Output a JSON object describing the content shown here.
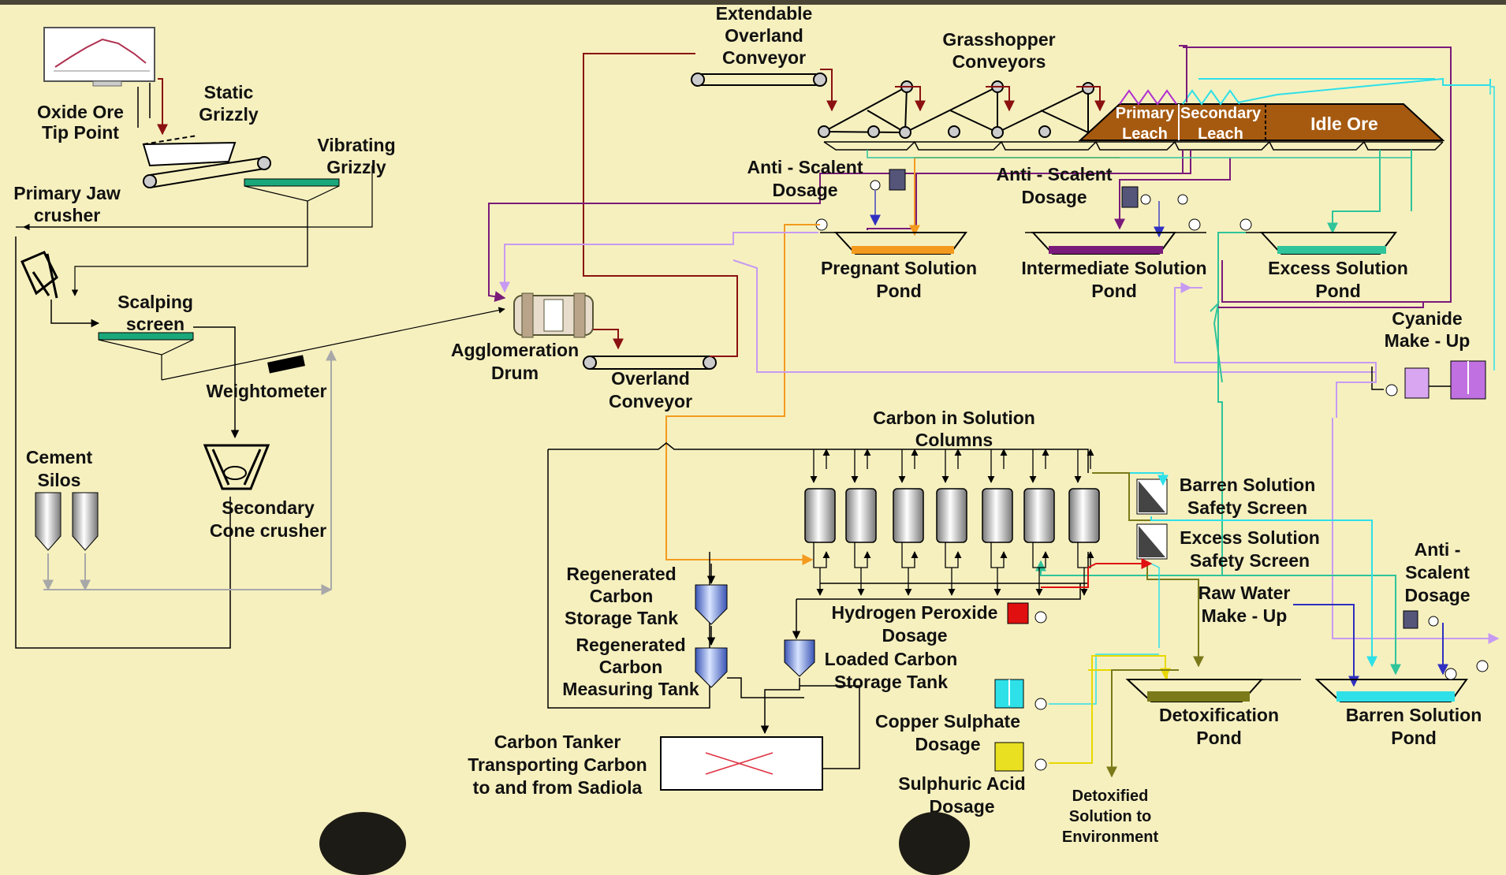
{
  "colors": {
    "background": "#f6f0bf",
    "ore_flow": "#000000",
    "pregnant_line": "#f39a1e",
    "intermediate_line": "#7a1a7a",
    "excess_line": "#2fc49a",
    "barren_line": "#2ee0e8",
    "lilac_line": "#c79af2",
    "maroon_line": "#8b1111",
    "grey_line": "#a8a8a8",
    "detox_line": "#7a7a1a",
    "leach_fill": "#a65a10"
  },
  "labels": {
    "oxide_ore": [
      "Oxide Ore",
      "Tip Point"
    ],
    "static_grizzly": [
      "Static",
      "Grizzly"
    ],
    "vibrating_grizzly": [
      "Vibrating",
      "Grizzly"
    ],
    "primary_jaw": [
      "Primary Jaw",
      "crusher"
    ],
    "scalping_screen": [
      "Scalping",
      "screen"
    ],
    "weightometer": "Weightometer",
    "cement_silos": [
      "Cement",
      "Silos"
    ],
    "secondary_cone": [
      "Secondary",
      "Cone crusher"
    ],
    "agglomeration_drum": [
      "Agglomeration",
      "Drum"
    ],
    "overland_conveyor": [
      "Overland",
      "Conveyor"
    ],
    "extendable_conveyor": [
      "Extendable",
      "Overland",
      "Conveyor"
    ],
    "grasshopper": [
      "Grasshopper",
      "Conveyors"
    ],
    "primary_leach": [
      "Primary",
      "Leach"
    ],
    "secondary_leach": [
      "Secondary",
      "Leach"
    ],
    "idle_ore": "Idle Ore",
    "anti_scalent_1": [
      "Anti - Scalent",
      "Dosage"
    ],
    "anti_scalent_2": [
      "Anti - Scalent",
      "Dosage"
    ],
    "pregnant_pond": [
      "Pregnant Solution",
      "Pond"
    ],
    "intermediate_pond": [
      "Intermediate Solution",
      "Pond"
    ],
    "excess_pond": [
      "Excess Solution",
      "Pond"
    ],
    "cyanide": [
      "Cyanide",
      "Make - Up"
    ],
    "cic_columns": [
      "Carbon in Solution",
      "Columns"
    ],
    "barren_screen": [
      "Barren Solution",
      "Safety Screen"
    ],
    "excess_screen": [
      "Excess Solution",
      "Safety Screen"
    ],
    "raw_water": [
      "Raw  Water",
      "Make - Up"
    ],
    "anti_scalent_3": [
      "Anti -",
      "Scalent",
      "Dosage"
    ],
    "regen_storage": [
      "Regenerated",
      "Carbon",
      "Storage Tank"
    ],
    "regen_measuring": [
      "Regenerated",
      "Carbon",
      "Measuring Tank"
    ],
    "hydrogen_peroxide": [
      "Hydrogen Peroxide",
      "Dosage"
    ],
    "loaded_carbon": [
      "Loaded Carbon",
      "Storage Tank"
    ],
    "copper_sulphate": [
      "Copper Sulphate",
      "Dosage"
    ],
    "sulphuric_acid": [
      "Sulphuric Acid",
      "Dosage"
    ],
    "detox_pond": [
      "Detoxification",
      "Pond"
    ],
    "barren_pond": [
      "Barren Solution",
      "Pond"
    ],
    "carbon_tanker": [
      "Carbon Tanker",
      "Transporting Carbon",
      "to and from Sadiola"
    ],
    "detoxified": [
      "Detoxified",
      "Solution to",
      "Environment"
    ]
  }
}
